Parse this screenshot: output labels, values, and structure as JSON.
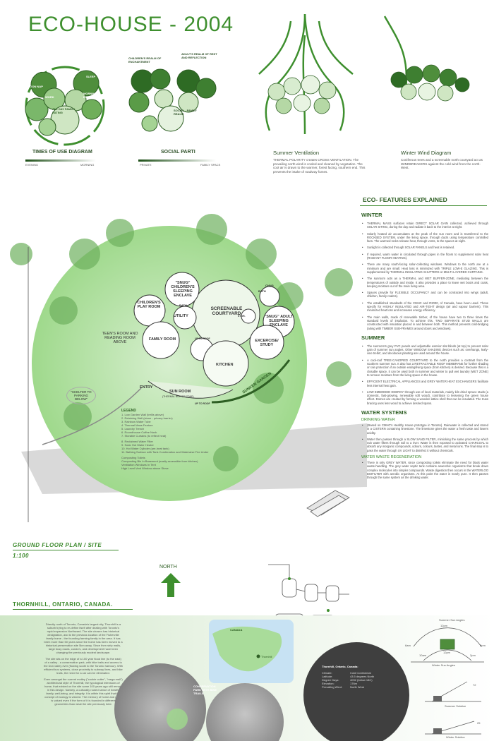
{
  "title": "ECO-HOUSE - 2004",
  "diagrams": [
    {
      "caption": "TIMES OF USE DIAGRAM",
      "labels": [
        "SLEEP",
        "AFTERNOON NAP",
        "SLEEP",
        "MORNING EXERCISE",
        "ALL DAY FAMILY EATING",
        "WORK"
      ],
      "legend_left": "EVENING",
      "legend_right": "MORNING"
    },
    {
      "caption": "SOCIAL PARTI",
      "labels": [
        "CHILDREN'S REALM OF ENCHANTMENT",
        "ADULT'S REALM OF REST AND REFLECTION",
        "SOCIAL - FAMILY REALM"
      ],
      "legend_left": "PRIVATE",
      "legend_right": "FAMILY SPACE"
    },
    {
      "caption": "Summer Ventilation",
      "text": "THERMAL POLARITY creates CROSS VENTILATION. The prevailing north wind is cooled and cleaned by vegetation. The cool air is drawn to the warmer, forest facing, southern end. This prevents the intake of roadway fumes."
    },
    {
      "caption": "Winter Wind Diagram",
      "text": "Coniferous trees and a screenable north courtyard act as WINDBREAKERS against the cold wind from the north-West."
    }
  ],
  "features_title": "ECO- FEATURES EXPLAINED",
  "winter": {
    "heading": "WINTER",
    "items": [
      "THERMAL MASS surfaces retain DIRECT SOLAR GAIN collected, achieved through SOLAR SITING, during the day and radiate it back to the interior at night.",
      "Solarly heated air accumulates at the peak of the sun room and is transferred to the ROCKBED SYSTEM, under the living space, through ducts using temperature controlled fans. The warmed rocks release heat, through vents, to the spaces at night.",
      "Sunlight is collected through SOLAR PANELS and heat is retained.",
      "If required, warm water is circulated through pipes in the floors to supplement solar heat (RADIANT FLOOR HEATING).",
      "There are many south-facing solar-collecting windows. Windows to the north are at a minimum and are small. Heat loss is minimized with TRIPLE LOW-E GLAZING. This is supplemented by THERMAL INSULATING SHUTTERS or MULTI-LAYERED CURTAINS.",
      "The sunroom acts as a THERMAL and WET BUFFER-ZONE, mediating between the temperatures of outside and inside. It also provides a place to leave wet boots and coats, keeping moisture out of the main living area.",
      "Spaces provide for FLEXIBLE OCCUPANCY and can be contracted into wings (adult, children, family realms).",
      "The established standards of the CMHC and R2000, of Canada, have been used. These specify for HIGHLY INSULATED and AIR-TIGHT design (air and vapour barriers). This minimized heat loss and increases energy efficiency.",
      "The main walls, made of renewable timber, of the house have two to three times the standard levels of insulation. To achieve this, TWO SEPARATE STUD WALLS are constructed with insulation placed in and between both. This method prevents cold-bridging (along with TIMBER SUB-FRAMES around doors and windows)."
    ]
  },
  "summer": {
    "heading": "SUMMER",
    "items": [
      "The sunroom's grey PVC panels and adjustable exterior slat blinds (at top) to prevent solar gain of summer sun angles. Other WINDOW SHADING devices such as: overhangs, leafy-vine trellis', and deciduous planting are used around the house.",
      "A cool-roof TREE-CANOPIED COURTYARD to the north provides a contrast from the southern summer sun. It also has a RETRACTABLE ROOF MEMBRANE for further shading or rain protection if an outside eating/living space (from kitchen) is desired. Because this is a closable space, it can be used both in summer and winter to pull wet laundry (WET ZONE) to remove moisture from the living space in the house.",
      "EFFICIENT ELECTRICAL APPLIANCES and GREY WATER HEAT EXCHANGERS facilitate less internal heat gain.",
      "LOW EMBODIED ENERGY through use of local materials, mainly kiln dried spruce studs (a domestic, fast-growing, renewable soft wood), contribute to lessening the green house effect. Domes are created by forming a wooden lattice shell that can be insulated. The truss bracing uses less wood to achieve desired spans."
    ]
  },
  "water": {
    "heading": "WATER SYSTEMS",
    "drinking_heading": "DRINKING WATER",
    "drinking": [
      "(Based on CMHC's Healthy House prototype in Toronto). Rainwater is collected and stored in a CISTERN containing limestone. The limestone gives the water a fresh taste and lowers acidity.",
      "Water then passes through a SLOW SAND FILTER, mimicking the same process by which rain water filters through soil to a river. Water is then exposed to activated CHARCOAL to absorb any inorganic compounds, odours, colours, tastes, and metal ions. The final step is to pass the water through UV LIGHT to disinfect it without chemicals."
    ],
    "regen_heading": "WATER WASTE REGENERATION",
    "regen": "There is only GREY WATER, since composting toilets eliminate the need for black water waste-handling. The grey water septic tank contains anaerobic organisms that break down complex molecules into simpler compounds. Waste digestion then occurs in the WATERLOO BIOFILTER with aerobic organisms. At this point the water is nearly pure. It then passes through the same system as the drinking water."
  },
  "plan": {
    "rooms": [
      "\"SNUG\" CHILDREN'S SLEEPING ENCLAVE",
      "BATH",
      "CHILDREN'S PLAY ROOM",
      "UTILITY",
      "SCREENABLE COURTYARD",
      "BATH",
      "CHNG",
      "\"SNUG\" ADULT SLEEPING ENCLAVE",
      "EXCERCISE/ STUDY",
      "TEEN'S ROOM AND READING ROOM ABOVE",
      "FAMILY ROOM",
      "UP TO ROOF",
      "STOR.",
      "KITCHEN",
      "ENTRY",
      "SUN ROOM",
      "(THERMAL BUFFER ZONE)",
      "SUNKEN GARDEN",
      "\"SHELTER TO PARKING BELOW\"",
      "UP TO ROOF"
    ],
    "legend_title": "LEGEND",
    "legend": [
      "1. Low Garden Wall (trellis above)",
      "2. Retaining Wall (stone - privacy barrier)",
      "3. Rainbow Water Tube",
      "4. Thermal Mass Feature",
      "5. Laundry Trench",
      "6. Roundhouse Coffee Nook",
      "7. Storable Curtains (to reflect heat)",
      "8. Reclaimed Water Filter",
      "9. Solar Hot Water Heater",
      "10. Hot Water Cylinder (pre-heat tank)",
      "11. Bathing Surface with Tank Combination and Waterwise Fire Under",
      "Composting Toilets",
      "Composting Bin In Basement (easily accessible from kitchen)",
      "Ventilation Windows In Tent",
      "High Level Vent Window above Stove"
    ],
    "caption": "GROUND FLOOR PLAN / SITE",
    "scale": "1:100",
    "north": "NORTH",
    "location": "THORNHILL, ONTARIO, CANADA."
  },
  "bottom": {
    "intro": "Directly north of Toronto, Canada's largest city, Thornhill is a suburb trying to re-define itself after dealing with Toronto's rapid expansion Northward. The site chosen has historical designation, and is the previous location of the Fisherville family home - the founding farming family in the area. It has been more than 50 years since the home has been moved to a historical preservation site 5km away. Since then strip malls, large busy roads, condo's, and development have been changing the previously modest landscape.",
    "site": "The site sits on the edge of a 100 year flood line (to the east) of a valley - a conservation park, with bike trails and access to the Don valley river (flowing south to the Toronto harbour). With efficient bus systems, close proximity to subway lines, and bike trails, the need for a car can be eliminated.",
    "closing": "Even amongst the current motley (\"cookie cutter\", \"mega mall\") architectural style of Thornhill, the typological intensions of home, that existed on the site some 100 years ago still remain in this design. Namely, a culturally rooted sense of health, family, well-being, and integrity. It is within this spirit that the concept of ecology is viewed. The memory of home and place is valued even if the form of it is founded in different geometries than what the site previously held.",
    "map_labels": [
      "CANADA",
      "Thornhill"
    ],
    "park_label": "CONSERVATION PARK WITH BIKE TRAILS",
    "climate_title": "Thornhill, Ontario, Canada:",
    "climate": [
      {
        "k": "Climate:",
        "v": "Cold Continental"
      },
      {
        "k": "Latitude:",
        "v": "43.5 degrees North"
      },
      {
        "k": "Degree Days:",
        "v": "4092 (below 18C)"
      },
      {
        "k": "Elevation:",
        "v": "176m"
      },
      {
        "k": "Prevailing Wind:",
        "v": "North West"
      }
    ],
    "sun_labels": [
      "Summer Sun Angles",
      "Winter Sun Angles",
      "Summer Solstice",
      "Winter Solstice"
    ],
    "sun_ticks": [
      "12pm",
      "6am",
      "6pm",
      "10am",
      "12pm",
      "2pm",
      "72",
      "25"
    ]
  },
  "colors": {
    "accent": "#3e8f2e",
    "plan_green": "#a9dc9a",
    "dark_green": "#2d5e23"
  }
}
